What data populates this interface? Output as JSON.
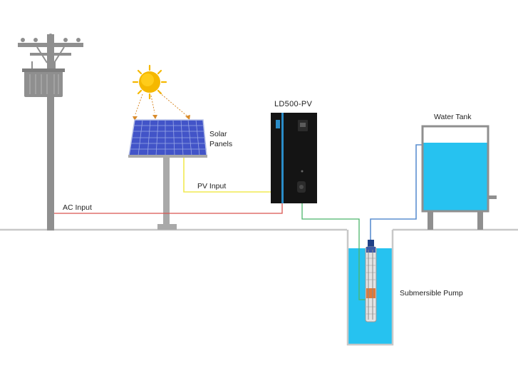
{
  "labels": {
    "solar_panels_line1": "Solar",
    "solar_panels_line2": "Panels",
    "controller": "LD500-PV",
    "water_tank": "Water Tank",
    "pv_input": "PV Input",
    "ac_input": "AC Input",
    "submersible_pump": "Submersible Pump"
  },
  "colors": {
    "ground_line": "#c8c8c8",
    "ac_wire": "#d9534f",
    "pv_wire": "#f1ea52",
    "pump_wire": "#4bb56b",
    "pipe": "#5b8fd0",
    "water": "#26c2f0",
    "sun": "#f5b800",
    "sun_rays": "#d98b2b",
    "panel": "#4254c8",
    "controller": "#141414",
    "pole": "#8f8f8f",
    "tank_frame": "#8f8f8f"
  },
  "icons": [
    "utility-pole-icon",
    "sun-icon",
    "solar-panel-icon",
    "controller-icon",
    "water-tank-icon",
    "submersible-pump-icon"
  ]
}
